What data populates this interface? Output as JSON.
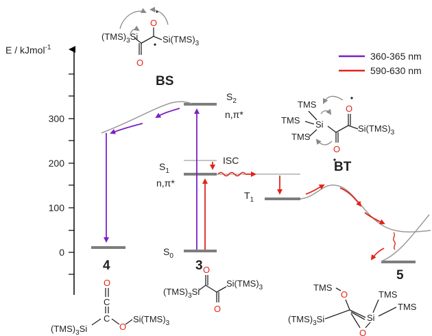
{
  "axis": {
    "label": "E / kJmol",
    "exponent": "-1",
    "ticks": [
      "0",
      "100",
      "200",
      "300"
    ]
  },
  "legend": [
    {
      "label": "360-365 nm",
      "color": "#7b1fc4"
    },
    {
      "label": "590-630 nm",
      "color": "#e2231a"
    }
  ],
  "species": {
    "bs": "BS",
    "bt": "BT",
    "c3": "3",
    "c4": "4",
    "c5": "5"
  },
  "states": {
    "s0": "S",
    "s0_sub": "0",
    "s1": "S",
    "s1_sub": "1",
    "s1_type": "n,π*",
    "s2": "S",
    "s2_sub": "2",
    "s2_type": "n,π*",
    "t1": "T",
    "t1_sub": "1",
    "isc": "ISC"
  },
  "molecules": {
    "bs": {
      "left_group": "(TMS)",
      "left_sub": "3",
      "left_si": "Si",
      "right_group": "Si(TMS)",
      "right_sub": "3",
      "o_top": "O",
      "o_bottom": "O"
    },
    "bt": {
      "tms1": "TMS",
      "tms2": "TMS",
      "tms3": "TMS",
      "si": "Si",
      "right_group": "Si(TMS)",
      "right_sub": "3",
      "o_top": "O",
      "o_bottom": "O"
    },
    "c3": {
      "left_group": "(TMS)",
      "left_sub": "3",
      "left_si": "Si",
      "right_group": "Si(TMS)",
      "right_sub": "3",
      "o_top": "O",
      "o_bottom": "O"
    },
    "c4": {
      "left_group": "(TMS)",
      "left_sub": "3",
      "left_si": "Si",
      "o_bridge": "O",
      "right_group": "Si(TMS)",
      "right_sub": "3",
      "o_top": "O",
      "c_top": "C",
      "c_mid": "C"
    },
    "c5": {
      "tms_o": "TMS",
      "o": "O",
      "left_group": "(TMS)",
      "left_sub": "3",
      "left_si": "Si",
      "si": "Si",
      "tms_a": "TMS",
      "tms_b": "TMS",
      "o_bottom": "O"
    }
  }
}
